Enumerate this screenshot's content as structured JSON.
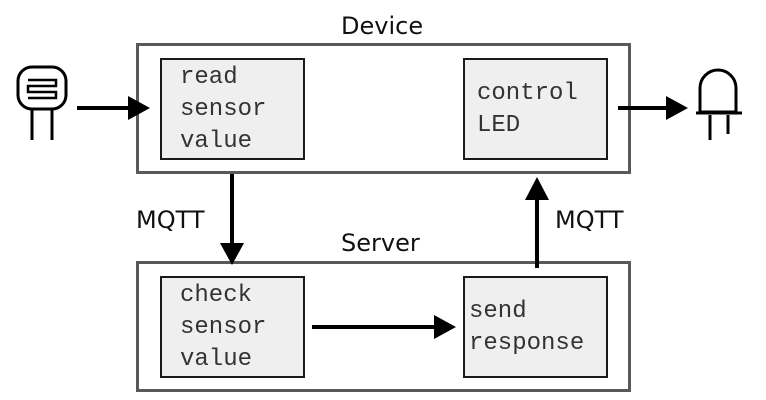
{
  "device": {
    "title": "Device",
    "read_box": "read\nsensor\nvalue",
    "control_box": "control\nLED"
  },
  "server": {
    "title": "Server",
    "check_box": "check\nsensor\nvalue",
    "send_box": "send\nresponse"
  },
  "links": {
    "uplink_label": "MQTT",
    "downlink_label": "MQTT"
  },
  "icons": {
    "input": "light-sensor-icon",
    "output": "led-icon"
  },
  "colors": {
    "container_border": "#595959",
    "box_fill": "#efefef",
    "arrow": "#000000"
  }
}
